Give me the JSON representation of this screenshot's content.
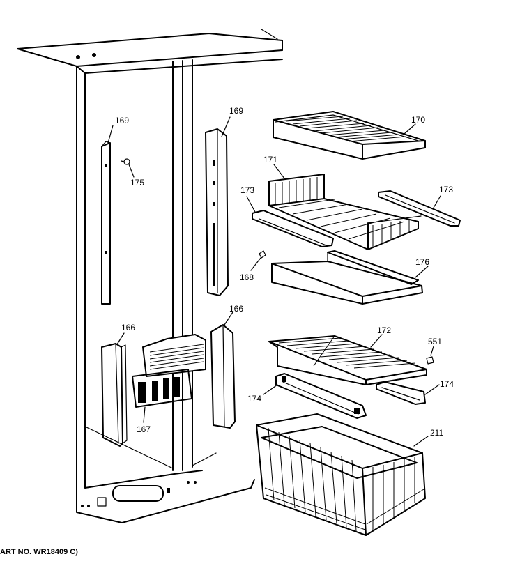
{
  "labels": {
    "p169_left": "169",
    "p169_right": "169",
    "p175": "175",
    "p170": "170",
    "p171": "171",
    "p173_left": "173",
    "p173_right": "173",
    "p168": "168",
    "p176": "176",
    "p166_left": "166",
    "p166_right": "166",
    "p167": "167",
    "p172": "172",
    "p551": "551",
    "p174_left": "174",
    "p174_right": "174",
    "p211": "211"
  },
  "footer_note": "ART NO. WR18409 C)"
}
